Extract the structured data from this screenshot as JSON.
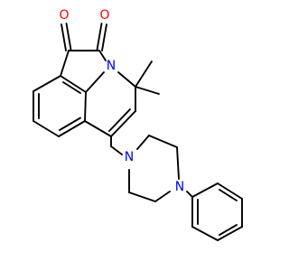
{
  "molecule": {
    "colors": {
      "bond": "#000000",
      "oxygen": "#ff0000",
      "nitrogen": "#0000ff",
      "background": "#ffffff"
    },
    "atom_labels": {
      "o_top_left": "O",
      "o_top_right": "O",
      "n_ring": "N",
      "n_piperazine_top": "N",
      "n_piperazine_bottom": "N"
    }
  }
}
